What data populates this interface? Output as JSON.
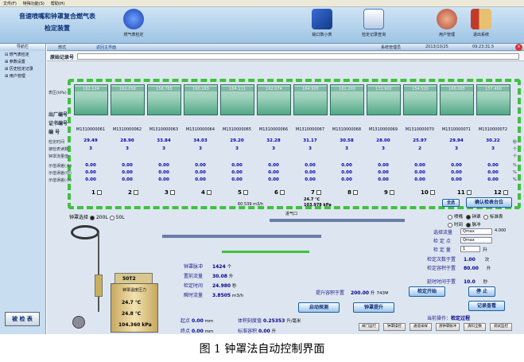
{
  "menu": {
    "items": [
      "文件(F)",
      "特殊功能(S)",
      "帮助(H)"
    ]
  },
  "app": {
    "title_line1": "音速喷嘴和钟罩复合燃气表",
    "title_line2": "检定装置"
  },
  "toolbar": {
    "items": [
      {
        "label": "燃气表检定",
        "icon": "gas-meter-icon",
        "color": "#1a3fae"
      },
      {
        "label": "输口数小表",
        "icon": "book-icon",
        "color": "#2052b6"
      },
      {
        "label": "检定记录查询",
        "icon": "records-icon",
        "color": "#4a78b8"
      },
      {
        "label": "用户管理",
        "icon": "users-icon",
        "color": "#b0483a"
      },
      {
        "label": "退出系统",
        "icon": "exit-icon",
        "color": "#c43a2a"
      }
    ]
  },
  "sidebar": {
    "title": "导航栏",
    "items": [
      "燃气表检定",
      "参数设置",
      "历史检定记录",
      "用户管理"
    ],
    "query_button": "被 检 表"
  },
  "subbar": {
    "left": "燃式",
    "back": "返回主界面",
    "admin": "系统管理员",
    "date": "2013/10/25",
    "time": "09:23:31.5"
  },
  "record": {
    "label": "原始记录号"
  },
  "rows": {
    "pressure": "表压(kPa)",
    "factory_no": "出厂编号",
    "cert_no": "证书编号",
    "id": "编 号",
    "labels": [
      "检定时间",
      "被检表读数",
      "钟罩流量值",
      "示值误差(大)",
      "示值误差(中)",
      "示值误差(小)"
    ],
    "units": [
      "秒",
      "个",
      "个",
      "%",
      "%",
      "%"
    ]
  },
  "meters": [
    {
      "n": "1",
      "p": "162.124",
      "serial": "M1310000061",
      "t": "29.49",
      "r": "3"
    },
    {
      "n": "2",
      "p": "162.058",
      "serial": "M1310000062",
      "t": "28.90",
      "r": "3"
    },
    {
      "n": "3",
      "p": "158.765",
      "serial": "M1310000063",
      "t": "33.84",
      "r": "3"
    },
    {
      "n": "4",
      "p": "160.183",
      "serial": "M1310000064",
      "t": "34.03",
      "r": "3"
    },
    {
      "n": "5",
      "p": "164.111",
      "serial": "M1310000065",
      "t": "29.20",
      "r": "3"
    },
    {
      "n": "6",
      "p": "162.074",
      "serial": "M1310000066",
      "t": "32.28",
      "r": "3"
    },
    {
      "n": "7",
      "p": "164.905",
      "serial": "M1310000067",
      "t": "31.17",
      "r": "3"
    },
    {
      "n": "8",
      "p": "161.200",
      "serial": "M1310000068",
      "t": "30.58",
      "r": "3"
    },
    {
      "n": "9",
      "p": "172.902",
      "serial": "M1310000069",
      "t": "28.00",
      "r": "3"
    },
    {
      "n": "10",
      "p": "154.520",
      "serial": "M1310000070",
      "t": "25.97",
      "r": "2"
    },
    {
      "n": "11",
      "p": "160.085",
      "serial": "M1310000071",
      "t": "29.94",
      "r": "3"
    },
    {
      "n": "12",
      "p": "157.460",
      "serial": "M1310000072",
      "t": "30.22",
      "r": "3"
    }
  ],
  "errors": "0.00",
  "mid": {
    "flow": "60.539",
    "flow_unit": "m3/h",
    "temp": "24.7",
    "temp_unit": "℃",
    "press": "103.978",
    "press_unit": "kPa"
  },
  "buttons": {
    "select_all": "全选",
    "confirm": "确认检表台位",
    "start_probe": "启动探测",
    "bell_up": "钟罩提升",
    "start_test": "检定开始",
    "stop": "停 止",
    "view_record": "记录查看"
  },
  "bell": {
    "select_label": "钟罩选择",
    "opt1": "200L",
    "opt2": "50L",
    "tag": "50T2",
    "title": "钟罩温度压力",
    "temp1": "24.7",
    "temp2": "24.8",
    "press": "104.360",
    "t_unit": "℃",
    "p_unit": "kPa"
  },
  "pulse": {
    "label1": "钟罩脉冲",
    "v1": "1424",
    "u1": "个",
    "label2": "置前流量",
    "v2": "30.08",
    "u2": "升",
    "label3": "检定时间",
    "v3": "24.980",
    "u3": "秒",
    "label4": "瞬时流量",
    "v4": "3.8505",
    "u4": "m3/h"
  },
  "bottom": {
    "start_label": "起点",
    "start_val": "0.00",
    "start_unit": "mm",
    "end_label": "终点",
    "end_val": "0.00",
    "end_unit": "mm",
    "vol_label": "体积刻度值",
    "vol_val": "0.25353",
    "vol_unit": "升/毫米",
    "std_label": "标准容积",
    "std_val": "0.00",
    "std_unit": "升"
  },
  "lift": {
    "label": "提升容积于置",
    "val": "200.00",
    "unit": "升",
    "extra": "743Ψ"
  },
  "nozzle": {
    "label": "喷嘴",
    "bell": "钟罩",
    "std": "标准表",
    "time": "时间",
    "pulse": "脉冲"
  },
  "settings": {
    "flow_sel_label": "选择流量",
    "flow_sel_val": "Qmax",
    "flow_val": "4.000",
    "point_label": "检 定 点",
    "point_val": "Qmax",
    "qty_label": "检 定 量",
    "qty_val": "1",
    "qty_unit": "升",
    "count_label": "检定次数于置",
    "count_val": "1.00",
    "count_unit": "次",
    "vol2_label": "检定容积于置",
    "vol2_val": "80.00",
    "vol2_unit": "升",
    "interval_label": "延时时间于置",
    "interval_val": "10.0",
    "interval_unit": "秒",
    "current_label": "当前操作：",
    "current_val": "检定过程"
  },
  "small_buttons": [
    "阀门运行",
    "钟罩操控",
    "通道采样",
    "清钟罩脉冲",
    "清料全数",
    "调试监控"
  ],
  "caption": "图 1 钟罩法自动控制界面"
}
